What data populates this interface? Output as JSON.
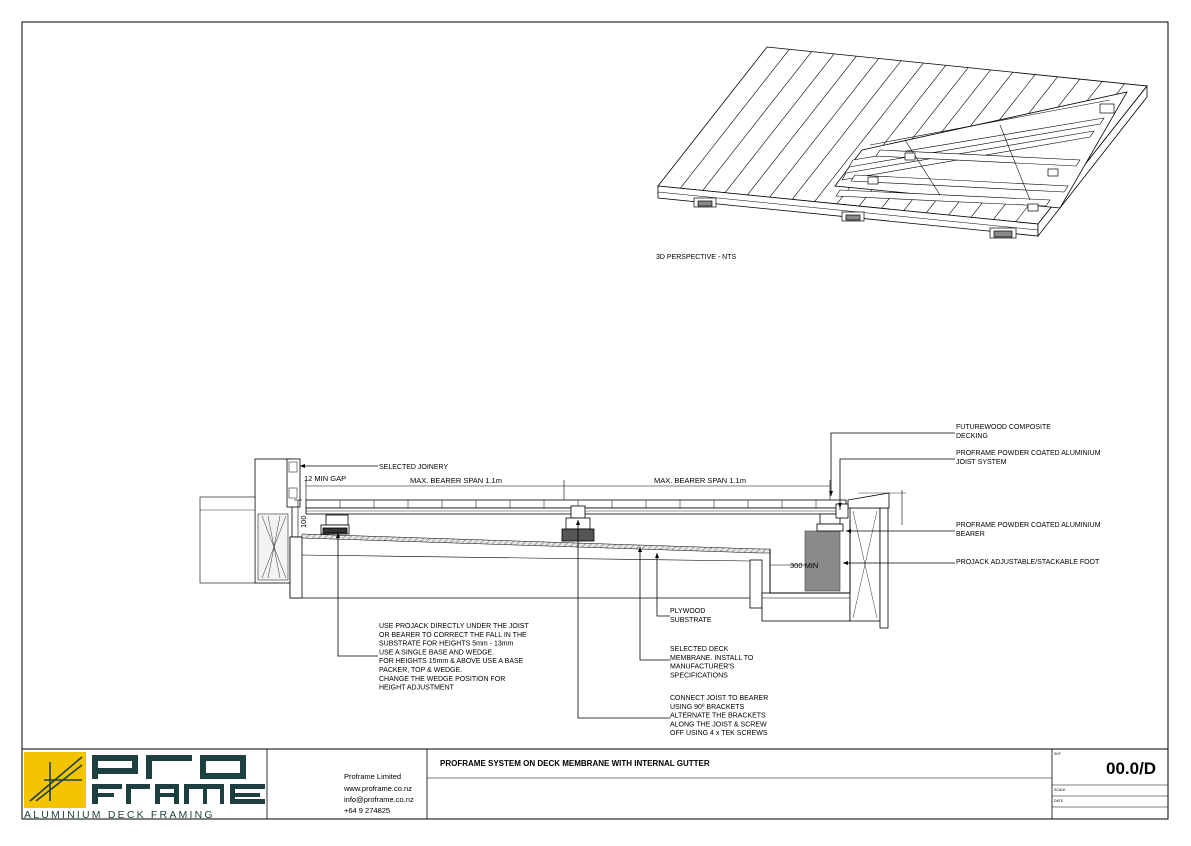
{
  "perspective": {
    "caption": "3D PERSPECTIVE - NTS"
  },
  "section": {
    "dims": {
      "gap": "12 MIN GAP",
      "span_left": "MAX. BEARER SPAN 1.1m",
      "span_right": "MAX. BEARER SPAN 1.1m",
      "height": "100",
      "min300": "300 MIN"
    },
    "callouts": {
      "joinery": "SELECTED JOINERY",
      "decking": [
        "FUTUREWOOD COMPOSITE",
        "DECKING"
      ],
      "joist": [
        "PROFRAME POWDER COATED ALUMINIUM",
        "JOIST SYSTEM"
      ],
      "bearer": [
        "PROFRAME POWDER COATED ALUMINIUM",
        "BEARER"
      ],
      "foot": [
        "PROJACK ADJUSTABLE/STACKABLE FOOT"
      ],
      "plywood": [
        "PLYWOOD",
        "SUBSTRATE"
      ],
      "membrane": [
        "SELECTED DECK",
        "MEMBRANE.  INSTALL TO",
        "MANUFACTURER'S",
        "SPECIFICATIONS"
      ],
      "connect": [
        "CONNECT JOIST TO BEARER",
        "USING 90º BRACKETS",
        "ALTERNATE THE BRACKETS",
        "ALONG THE JOIST & SCREW",
        "OFF USING 4 x TEK SCREWS"
      ],
      "projack": [
        "USE PROJACK DIRECTLY UNDER THE JOIST",
        "OR BEARER TO CORRECT THE FALL IN THE",
        "SUBSTRATE FOR HEIGHTS 5mm - 13mm",
        "USE A SINGLE BASE AND WEDGE.",
        "FOR HEIGHTS 15mm & ABOVE USE A BASE",
        "PACKER, TOP & WEDGE.",
        "CHANGE THE WEDGE POSITION FOR",
        "HEIGHT ADJUSTMENT"
      ]
    }
  },
  "title_block": {
    "logo": {
      "word_top": "PRO",
      "word_bottom": "FRAME",
      "tagline": "ALUMINIUM DECK FRAMING",
      "colors": {
        "yellow": "#f5c400",
        "teal": "#1d3f40"
      }
    },
    "company": {
      "name": "Proframe Limited",
      "web": "www.proframe.co.nz",
      "email": "info@proframe.co.nz",
      "phone": "+64 9 274825"
    },
    "title": "PROFRAME SYSTEM ON DECK MEMBRANE WITH INTERNAL GUTTER",
    "sheet_label": "SHT",
    "sheet_number": "00.0/D",
    "scale_label": "SCALE",
    "date_label": "DATE"
  }
}
